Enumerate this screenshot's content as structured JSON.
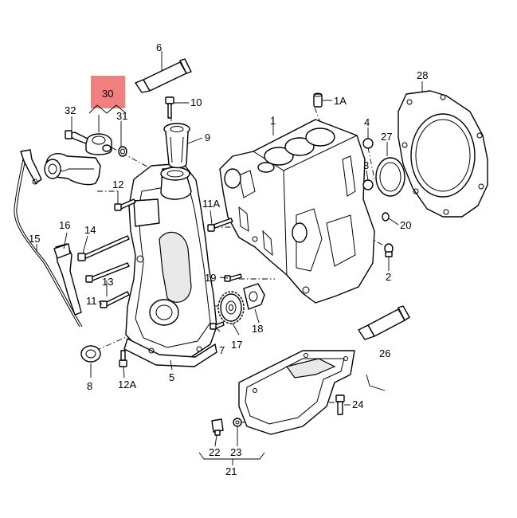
{
  "callouts": [
    {
      "id": "c1",
      "text": "1"
    },
    {
      "id": "c1a",
      "text": "1A"
    },
    {
      "id": "c2",
      "text": "2"
    },
    {
      "id": "c3",
      "text": "3"
    },
    {
      "id": "c4",
      "text": "4"
    },
    {
      "id": "c5",
      "text": "5"
    },
    {
      "id": "c6",
      "text": "6"
    },
    {
      "id": "c7",
      "text": "7"
    },
    {
      "id": "c8",
      "text": "8"
    },
    {
      "id": "c9",
      "text": "9"
    },
    {
      "id": "c10",
      "text": "10"
    },
    {
      "id": "c11",
      "text": "11"
    },
    {
      "id": "c11a",
      "text": "11A"
    },
    {
      "id": "c12",
      "text": "12"
    },
    {
      "id": "c12a",
      "text": "12A"
    },
    {
      "id": "c13",
      "text": "13"
    },
    {
      "id": "c14",
      "text": "14"
    },
    {
      "id": "c15",
      "text": "15"
    },
    {
      "id": "c16",
      "text": "16"
    },
    {
      "id": "c17",
      "text": "17"
    },
    {
      "id": "c18",
      "text": "18"
    },
    {
      "id": "c19",
      "text": "19"
    },
    {
      "id": "c20",
      "text": "20"
    },
    {
      "id": "c21",
      "text": "21"
    },
    {
      "id": "c22",
      "text": "22"
    },
    {
      "id": "c23",
      "text": "23"
    },
    {
      "id": "c24",
      "text": "24"
    },
    {
      "id": "c26",
      "text": "26"
    },
    {
      "id": "c27",
      "text": "27"
    },
    {
      "id": "c28",
      "text": "28"
    },
    {
      "id": "c30",
      "text": "30"
    },
    {
      "id": "c31",
      "text": "31"
    },
    {
      "id": "c32",
      "text": "32"
    }
  ],
  "highlight": {
    "callout": "30",
    "color": "#f08080"
  }
}
